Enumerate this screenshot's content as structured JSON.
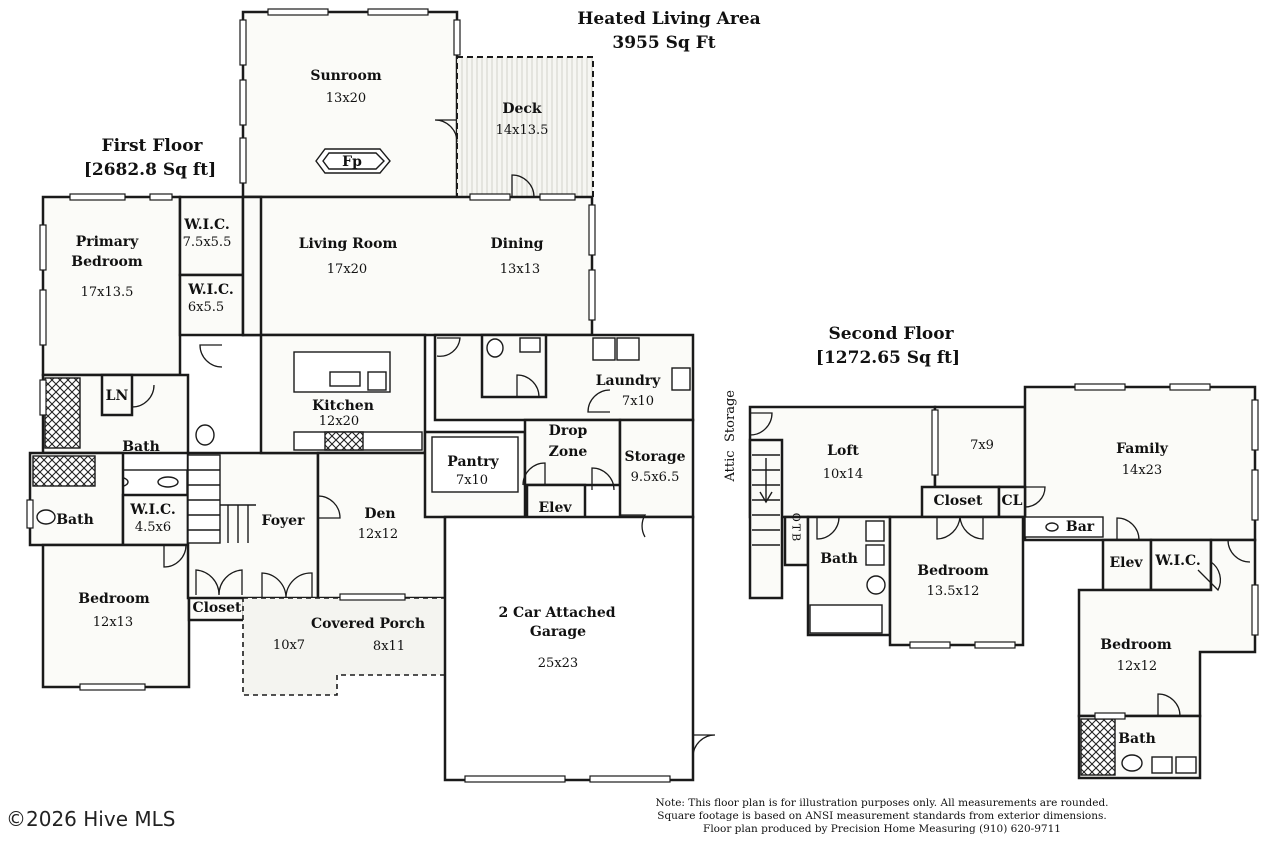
{
  "title": {
    "line1": "Heated Living Area",
    "line2": "3955 Sq Ft"
  },
  "first_floor": {
    "title": "First Floor",
    "area": "[2682.8 Sq ft]",
    "rooms": {
      "sunroom": {
        "name": "Sunroom",
        "size": "13x20"
      },
      "fireplace": {
        "name": "Fp"
      },
      "deck": {
        "name": "Deck",
        "size": "14x13.5"
      },
      "primary_bedroom": {
        "name1": "Primary",
        "name2": "Bedroom",
        "size": "17x13.5"
      },
      "wic1": {
        "name": "W.I.C.",
        "size": "7.5x5.5"
      },
      "wic2": {
        "name": "W.I.C.",
        "size": "6x5.5"
      },
      "living_room": {
        "name": "Living Room",
        "size": "17x20"
      },
      "dining": {
        "name": "Dining",
        "size": "13x13"
      },
      "ln": {
        "name": "LN"
      },
      "bath_primary": {
        "name": "Bath"
      },
      "bath_small": {
        "name": "Bath"
      },
      "wic3": {
        "name": "W.I.C.",
        "size": "4.5x6"
      },
      "kitchen": {
        "name": "Kitchen",
        "size": "12x20"
      },
      "laundry": {
        "name": "Laundry",
        "size": "7x10"
      },
      "pantry": {
        "name": "Pantry",
        "size": "7x10"
      },
      "drop_zone": {
        "name1": "Drop",
        "name2": "Zone"
      },
      "storage": {
        "name": "Storage",
        "size": "9.5x6.5"
      },
      "elev": {
        "name": "Elev"
      },
      "foyer": {
        "name": "Foyer"
      },
      "den": {
        "name": "Den",
        "size": "12x12"
      },
      "bedroom": {
        "name": "Bedroom",
        "size": "12x13"
      },
      "closet": {
        "name": "Closet"
      },
      "porch": {
        "name": "Covered Porch",
        "size_a": "10x7",
        "size_b": "8x11"
      },
      "garage": {
        "name1": "2 Car Attached",
        "name2": "Garage",
        "size": "25x23"
      }
    }
  },
  "second_floor": {
    "title": "Second Floor",
    "area": "[1272.65 Sq ft]",
    "rooms": {
      "attic": {
        "name1": "Attic",
        "name2": "Storage"
      },
      "loft": {
        "name": "Loft",
        "size": "10x14"
      },
      "room_7x9": {
        "size": "7x9"
      },
      "family": {
        "name": "Family",
        "size": "14x23"
      },
      "closet": {
        "name": "Closet"
      },
      "cl": {
        "name": "CL"
      },
      "bar": {
        "name": "Bar"
      },
      "otb": {
        "name": "OTB"
      },
      "bath": {
        "name": "Bath"
      },
      "bedroom_a": {
        "name": "Bedroom",
        "size": "13.5x12"
      },
      "elev": {
        "name": "Elev"
      },
      "wic": {
        "name": "W.I.C."
      },
      "bedroom_b": {
        "name": "Bedroom",
        "size": "12x12"
      },
      "bath_b": {
        "name": "Bath"
      }
    }
  },
  "note": {
    "line1": "Note: This floor plan is for illustration purposes only. All measurements are rounded.",
    "line2": "Square footage is based on ANSI measurement standards from exterior dimensions.",
    "line3": "Floor plan produced by Precision Home Measuring (910) 620-9711"
  },
  "watermark": "©2026 Hive MLS"
}
